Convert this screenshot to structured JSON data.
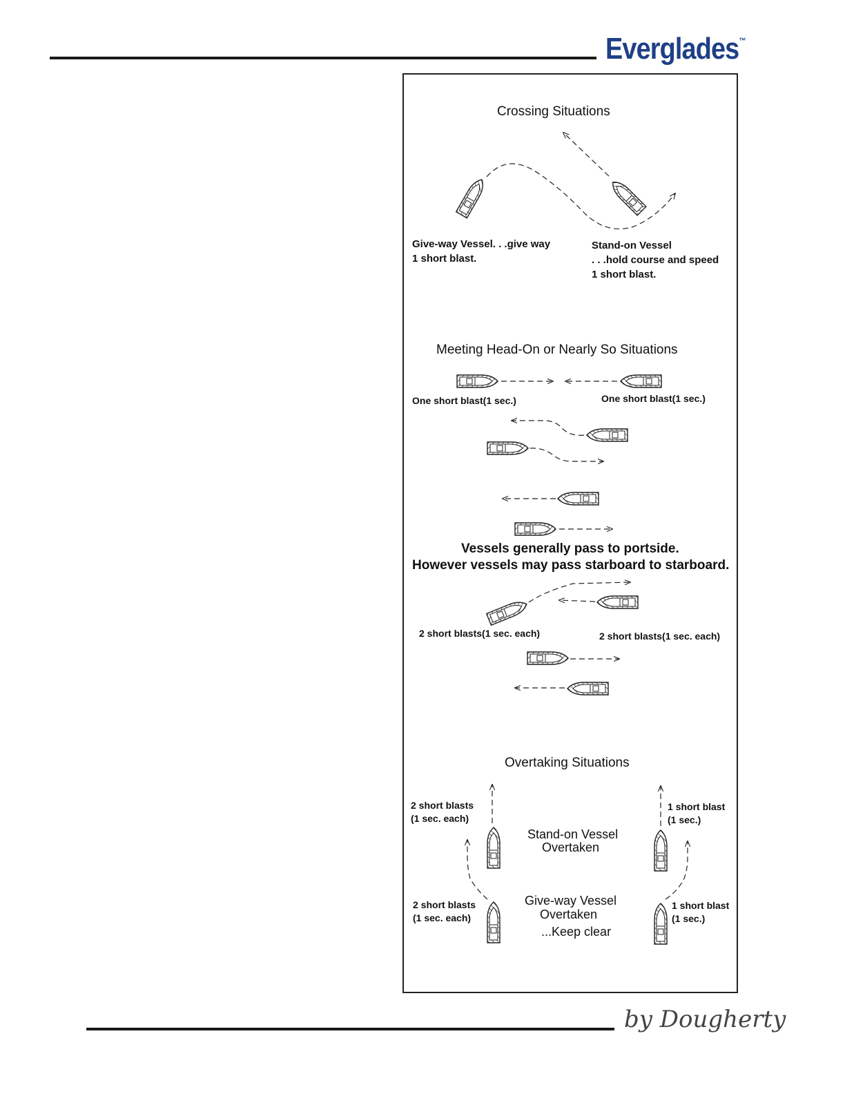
{
  "header": {
    "brand": "Everglades",
    "trademark": "™"
  },
  "footer": {
    "signature": "by Dougherty"
  },
  "crossing": {
    "title": "Crossing Situations",
    "giveway_line1": "Give-way Vessel. . .give way",
    "giveway_line2": "1 short blast.",
    "standon_line1": "Stand-on Vessel",
    "standon_line2": ". . .hold course and speed",
    "standon_line3": "1 short blast."
  },
  "meeting": {
    "title": "Meeting Head-On or Nearly So Situations",
    "left_signal": "One short blast(1 sec.)",
    "right_signal": "One short blast(1 sec.)",
    "note_line1": "Vessels generally pass to portside.",
    "note_line2": "However vessels may pass starboard to starboard.",
    "stb_left_signal": "2 short blasts(1 sec. each)",
    "stb_right_signal": "2 short blasts(1 sec. each)"
  },
  "overtaking": {
    "title": "Overtaking Situations",
    "upper_left_1": "2 short blasts",
    "upper_left_2": "(1 sec. each)",
    "upper_right_1": "1 short blast",
    "upper_right_2": "(1 sec.)",
    "standon_1": "Stand-on Vessel",
    "standon_2": "Overtaken",
    "lower_left_1": "2 short blasts",
    "lower_left_2": "(1 sec. each)",
    "lower_right_1": "1 short blast",
    "lower_right_2": "(1 sec.)",
    "giveway_1": "Give-way Vessel",
    "giveway_2": "Overtaken",
    "giveway_3": "...Keep clear"
  }
}
